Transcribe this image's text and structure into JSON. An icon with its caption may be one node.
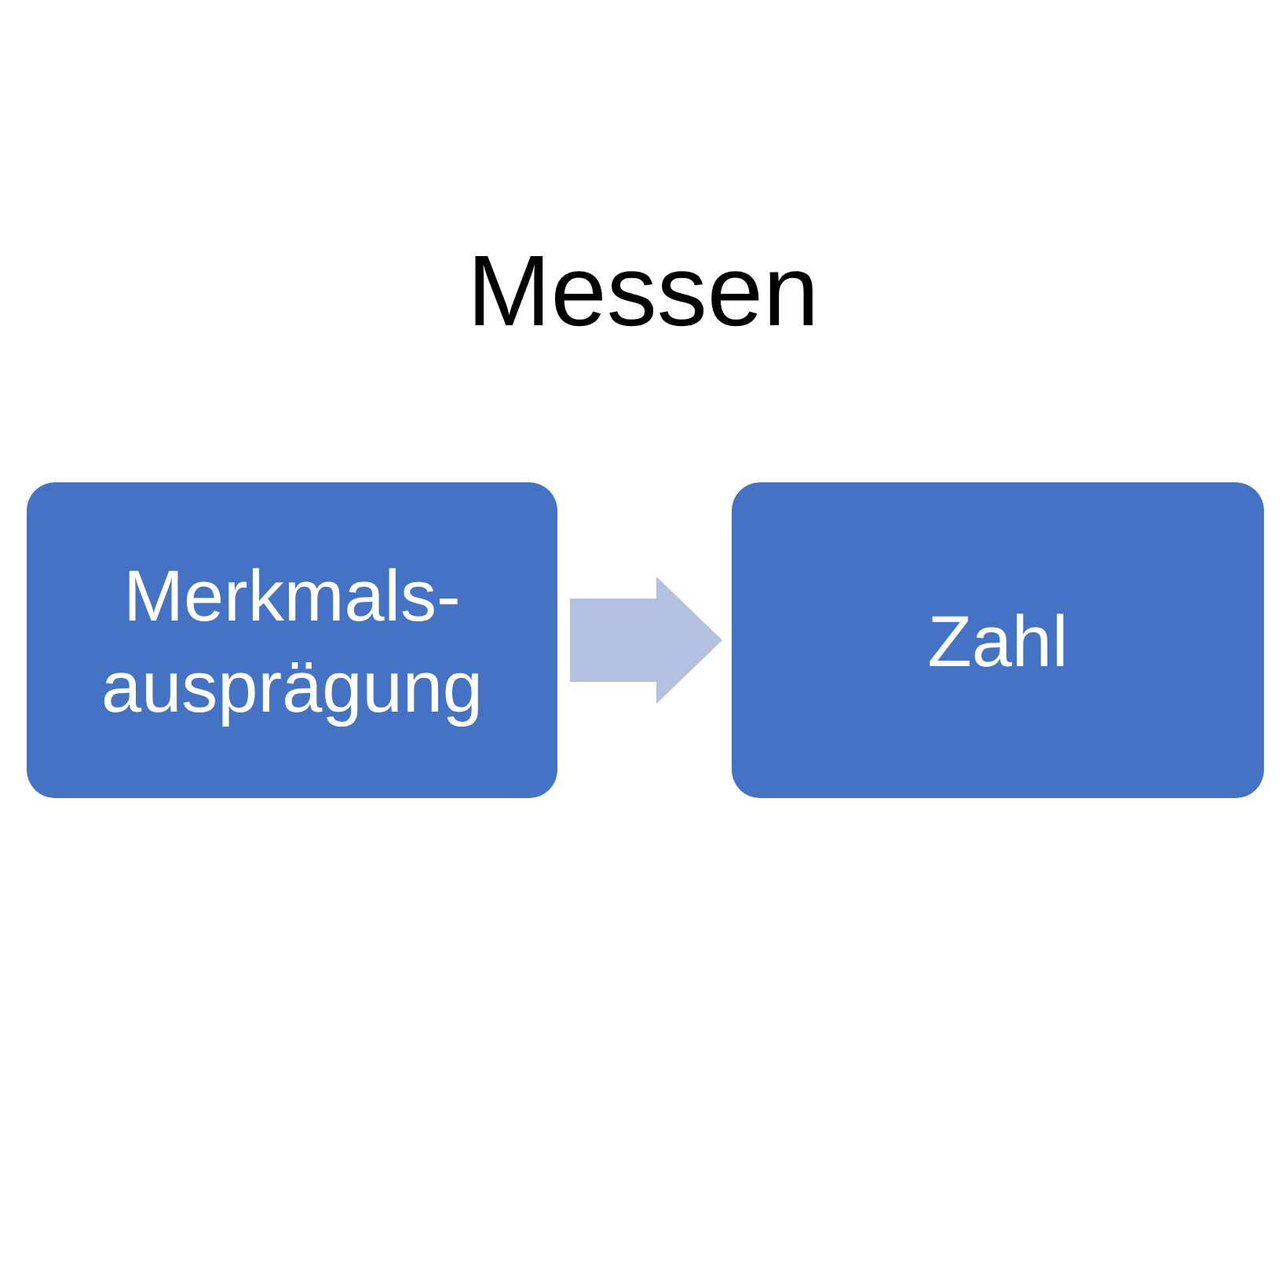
{
  "diagram": {
    "title": "Messen",
    "nodes": [
      {
        "text": [
          "Merkmals- ausprägung"
        ]
      },
      {
        "text": [
          "Zahl"
        ]
      }
    ],
    "edges": [
      {
        "from": 0,
        "to": 1,
        "arrow": "to"
      }
    ]
  }
}
